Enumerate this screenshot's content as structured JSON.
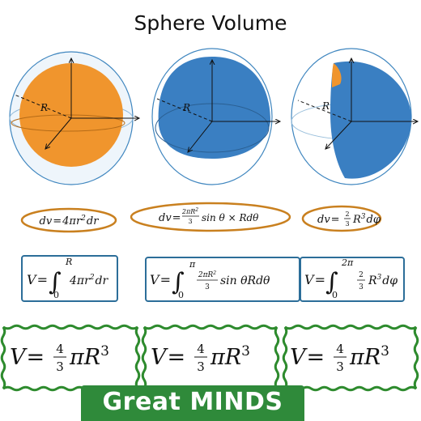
{
  "title": "Sphere Volume",
  "colors": {
    "orange": "#f0952d",
    "blue": "#3a7fc2",
    "axis": "#111111",
    "ellipse_border": "#c9801f",
    "box_border": "#2c6e99",
    "wave_border": "#2e8b2e",
    "brand_bg": "#2f8a3a"
  },
  "panels": [
    {
      "radius_label": "R",
      "differential": {
        "lhs": "dv",
        "eq": "=",
        "rhs_prefix": "4πr",
        "rhs_exp": "2",
        "rhs_suffix": "dr"
      },
      "integral": {
        "lhs": "V",
        "eq": "=",
        "lower": "0",
        "upper": "R",
        "body_prefix": "4πr",
        "body_exp": "2",
        "body_suffix": "dr"
      },
      "result": {
        "lhs": "V",
        "eq": "=",
        "num": "4",
        "den": "3",
        "pi": "π",
        "base": "R",
        "exp": "3"
      }
    },
    {
      "radius_label": "R",
      "differential": {
        "lhs": "dv",
        "eq": "=",
        "frac_num": "2πR",
        "frac_num_exp": "2",
        "frac_den": "3",
        "rhs_suffix": "sin θ × Rdθ"
      },
      "integral": {
        "lhs": "V",
        "eq": "=",
        "lower": "0",
        "upper": "π",
        "frac_num": "2πR",
        "frac_num_exp": "2",
        "frac_den": "3",
        "body_suffix": "sin θRdθ"
      },
      "result": {
        "lhs": "V",
        "eq": "=",
        "num": "4",
        "den": "3",
        "pi": "π",
        "base": "R",
        "exp": "3"
      }
    },
    {
      "radius_label": "R",
      "differential": {
        "lhs": "dv",
        "eq": "=",
        "frac_num": "2",
        "frac_den": "3",
        "rhs_prefix": "R",
        "rhs_exp": "3",
        "rhs_suffix": "dφ"
      },
      "integral": {
        "lhs": "V",
        "eq": "=",
        "lower": "0",
        "upper": "2π",
        "frac_num": "2",
        "frac_den": "3",
        "body_prefix": "R",
        "body_exp": "3",
        "body_suffix": "dφ"
      },
      "result": {
        "lhs": "V",
        "eq": "=",
        "num": "4",
        "den": "3",
        "pi": "π",
        "base": "R",
        "exp": "3"
      }
    }
  ],
  "brand": "Great MINDS"
}
